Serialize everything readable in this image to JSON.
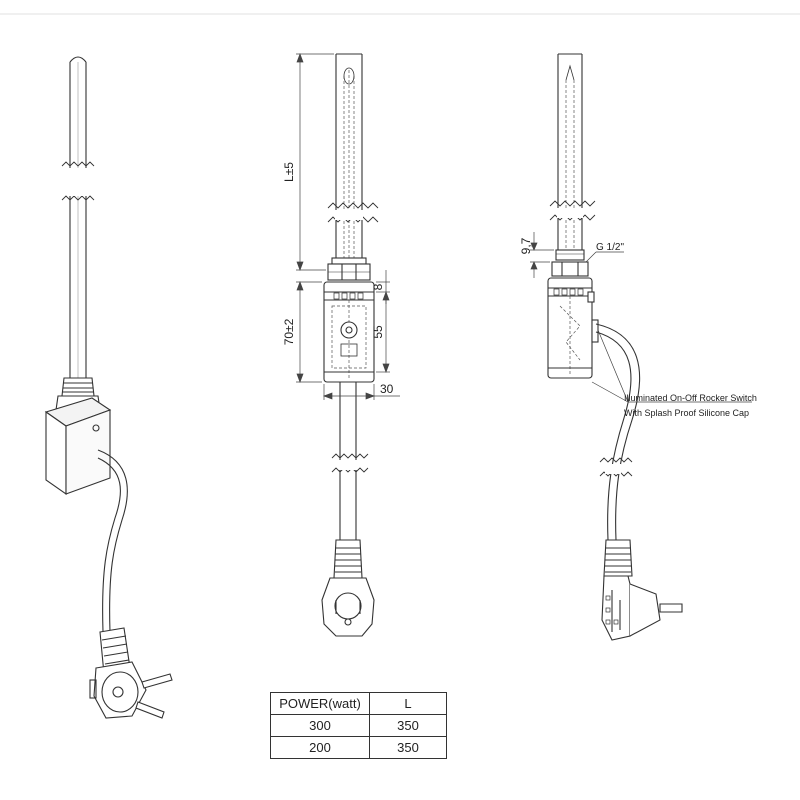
{
  "dimensions": {
    "length": "L±5",
    "box_height": "70±2",
    "top_offset": "8",
    "switch_height": "55",
    "box_width": "30",
    "nut_height": "9,7",
    "thread": "G 1/2\""
  },
  "callout": {
    "line1": "Illuminated On-Off Rocker Switch",
    "line2": "With Splash Proof Silicone Cap"
  },
  "table": {
    "headers": [
      "POWER(watt)",
      "L"
    ],
    "rows": [
      [
        "300",
        "350"
      ],
      [
        "200",
        "350"
      ]
    ]
  }
}
